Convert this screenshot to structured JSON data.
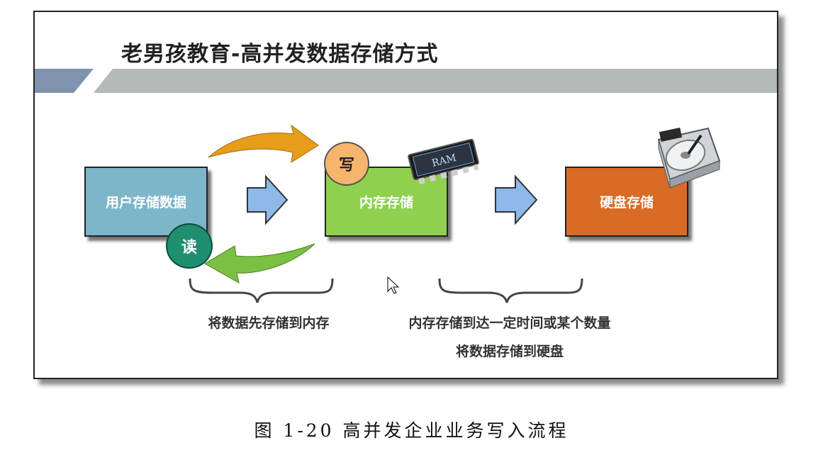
{
  "slide": {
    "title": "老男孩教育-高并发数据存储方式",
    "boxes": {
      "user": "用户存储数据",
      "memory": "内存存储",
      "disk": "硬盘存储"
    },
    "badges": {
      "write": "写",
      "read": "读"
    },
    "ram_chip_label": "RAM",
    "captions": {
      "left": "将数据先存储到内存",
      "right_line1": "内存存储到达一定时间或某个数量",
      "right_line2": "将数据存储到硬盘"
    }
  },
  "figure_caption": "图 1-20  高并发企业业务写入流程",
  "colors": {
    "user_box": "#7db6c9",
    "memory_box": "#8fd14f",
    "disk_box": "#d86b26",
    "write_badge": "#f6b56c",
    "read_badge": "#1f8f6f",
    "arrow_blue": "#8db8e8",
    "arrow_orange": "#e79d1a",
    "arrow_green": "#79c043",
    "banner": "#b4b9b9"
  }
}
